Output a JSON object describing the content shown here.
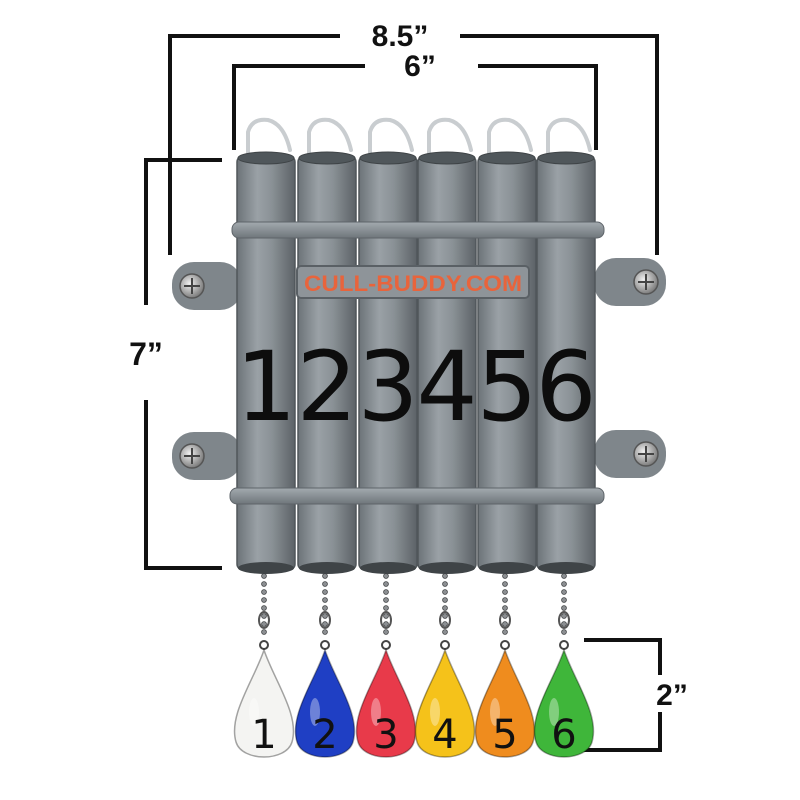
{
  "dimensions": {
    "overall_width": "8.5”",
    "tube_width": "6”",
    "height": "7”",
    "weight_height": "2”"
  },
  "brand_label": "CULL-BUDDY.COM",
  "tubes": [
    {
      "number": "1"
    },
    {
      "number": "2"
    },
    {
      "number": "3"
    },
    {
      "number": "4"
    },
    {
      "number": "5"
    },
    {
      "number": "6"
    }
  ],
  "weights": [
    {
      "number": "1",
      "color": "#f4f4f2"
    },
    {
      "number": "2",
      "color": "#1f3fc4"
    },
    {
      "number": "3",
      "color": "#e83a4a"
    },
    {
      "number": "4",
      "color": "#f5c21a"
    },
    {
      "number": "5",
      "color": "#ef8c1e"
    },
    {
      "number": "6",
      "color": "#3fb63a"
    }
  ],
  "colors": {
    "pvc": "#8a9196",
    "pvc_dark": "#5e6469",
    "line": "#111111"
  }
}
